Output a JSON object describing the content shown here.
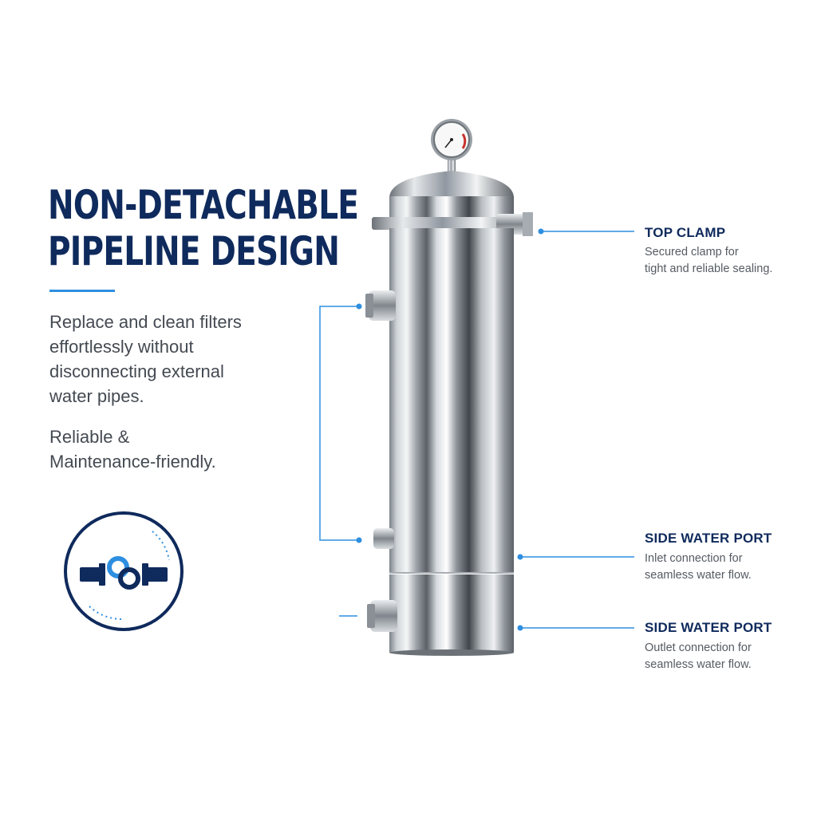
{
  "headline": {
    "line1": "NON-DETACHABLE",
    "line2": "PIPELINE DESIGN"
  },
  "description": {
    "lines": [
      "Replace and clean filters",
      "effortlessly without",
      "disconnecting external",
      "water pipes."
    ],
    "tagline": [
      "Reliable &",
      "Maintenance-friendly."
    ]
  },
  "callouts": [
    {
      "title": "TOP CLAMP",
      "desc": [
        "Secured clamp for",
        "tight and reliable sealing."
      ]
    },
    {
      "title": "SIDE WATER PORT",
      "desc": [
        "Inlet connection for",
        "seamless water flow."
      ]
    },
    {
      "title": "SIDE WATER PORT",
      "desc": [
        "Outlet connection for",
        "seamless water flow."
      ]
    }
  ],
  "colors": {
    "navy": "#0f2a5c",
    "accent": "#2e8fe0",
    "body_text": "#444a52"
  },
  "icons": {
    "feature_badge": "pipe-link-icon",
    "product": "stainless-filter-housing"
  }
}
